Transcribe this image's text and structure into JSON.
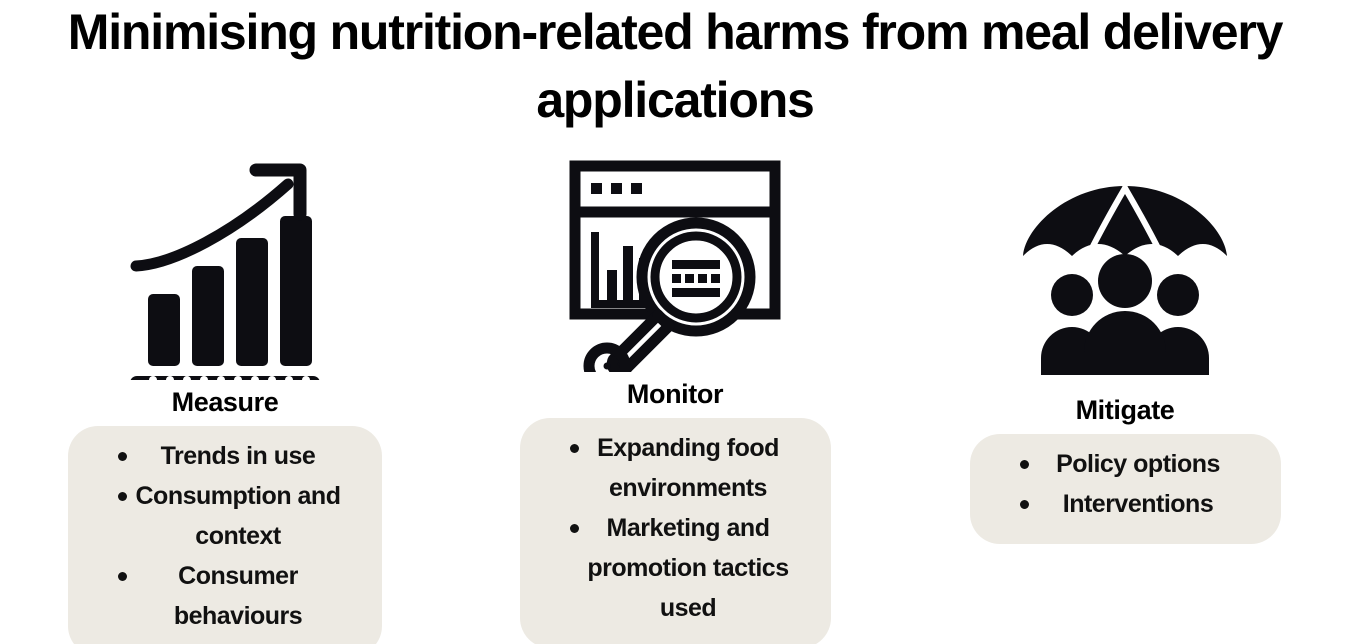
{
  "title": "Minimising nutrition-related harms from meal delivery applications",
  "colors": {
    "background": "#ffffff",
    "text": "#000000",
    "card_background": "#EDEAE3",
    "icon": "#0d0d12"
  },
  "columns": [
    {
      "id": "measure",
      "heading": "Measure",
      "icon": "growth-bar-chart-ruler-icon",
      "bullets": [
        "Trends in use",
        "Consumption and context",
        "Consumer behaviours"
      ]
    },
    {
      "id": "monitor",
      "heading": "Monitor",
      "icon": "browser-window-magnifier-icon",
      "bullets": [
        "Expanding food environments",
        "Marketing and promotion tactics used"
      ]
    },
    {
      "id": "mitigate",
      "heading": "Mitigate",
      "icon": "umbrella-over-people-icon",
      "bullets": [
        "Policy options",
        "Interventions"
      ]
    }
  ]
}
